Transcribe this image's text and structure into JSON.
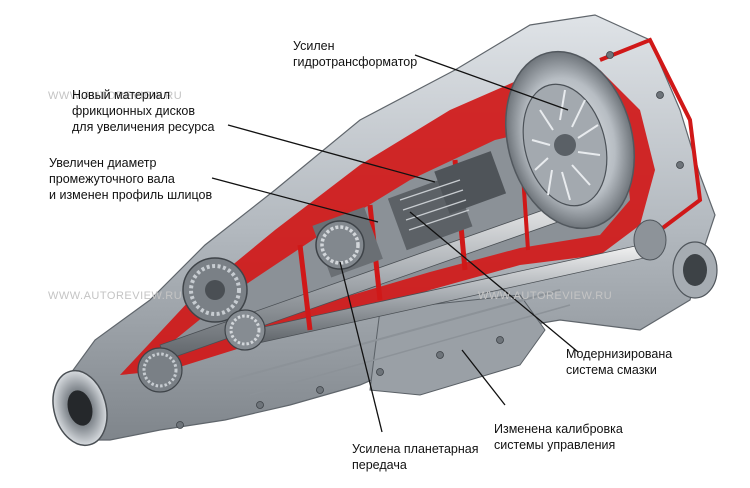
{
  "callouts": {
    "torque_converter": "Усилен\nгидротрансформатор",
    "friction_discs": "Новый материал\nфрикционных дисков\nдля увеличения ресурса",
    "intermediate_shaft": "Увеличен диаметр\nпромежуточного вала\nи изменен профиль шлицов",
    "lubrication": "Модернизирована\nсистема смазки",
    "control_calibration": "Изменена калибровка\nсистемы управления",
    "planetary_gear": "Усилена планетарная\nпередача"
  },
  "watermarks": {
    "top": "WWW.AUTOREVIEW.RU",
    "middle": "WWW.AUTOREVIEW.RU",
    "right": "WWW.AUTOREVIEW.RU"
  },
  "colors": {
    "housing": "#b9bec4",
    "housing_dark": "#7d8389",
    "cut_section": "#d01818",
    "leader_line": "#111111",
    "text": "#111111"
  }
}
